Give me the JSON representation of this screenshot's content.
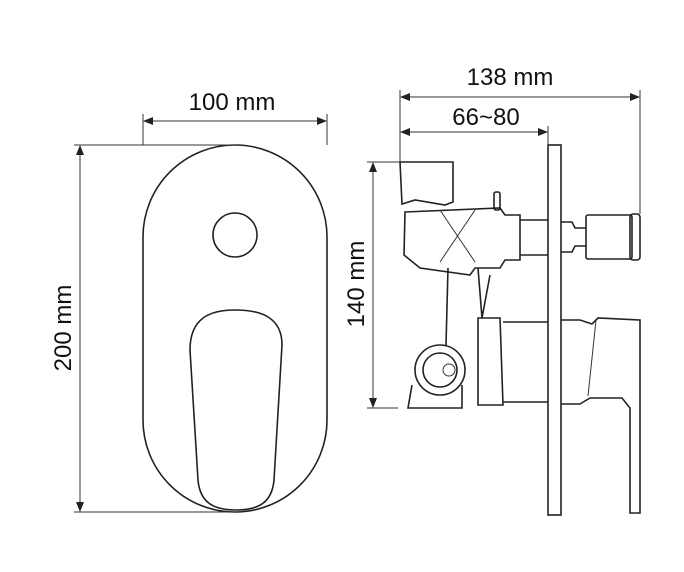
{
  "dimensions": {
    "width_front": "100 mm",
    "height_front": "200 mm",
    "depth_total": "138 mm",
    "depth_range": "66~80",
    "body_height": "140 mm"
  },
  "colors": {
    "line": "#222222",
    "background": "#ffffff"
  }
}
